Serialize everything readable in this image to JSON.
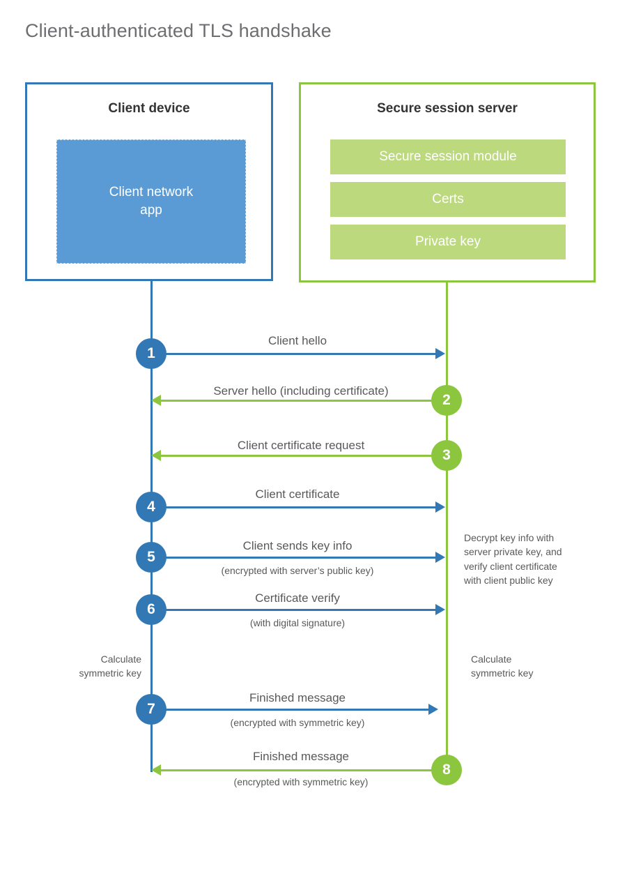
{
  "diagram": {
    "title": "Client-authenticated TLS handshake",
    "colors": {
      "client_blue": "#3178b5",
      "client_app_fill": "#5b9bd5",
      "server_green": "#8cc63e",
      "server_bar_fill": "#bdd97e",
      "text_gray": "#58595b",
      "title_gray": "#6d6e71",
      "heading_dark": "#333333"
    }
  },
  "client": {
    "title": "Client device",
    "app_label": "Client network\napp",
    "app_label_line1": "Client network",
    "app_label_line2": "app"
  },
  "server": {
    "title": "Secure session server",
    "components": [
      {
        "label": "Secure session module"
      },
      {
        "label": "Certs"
      },
      {
        "label": "Private key"
      }
    ]
  },
  "steps": [
    {
      "number": "1",
      "label": "Client hello",
      "sub": "",
      "direction": "client-to-server",
      "origin": "client",
      "color": "#3178b5"
    },
    {
      "number": "2",
      "label": "Server hello (including certificate)",
      "sub": "",
      "direction": "server-to-client",
      "origin": "server",
      "color": "#8cc63e"
    },
    {
      "number": "3",
      "label": "Client certificate request",
      "sub": "",
      "direction": "server-to-client",
      "origin": "server",
      "color": "#8cc63e"
    },
    {
      "number": "4",
      "label": "Client certificate",
      "sub": "",
      "direction": "client-to-server",
      "origin": "client",
      "color": "#3178b5"
    },
    {
      "number": "5",
      "label": "Client sends key info",
      "sub": "(encrypted with server’s public key)",
      "direction": "client-to-server",
      "origin": "client",
      "color": "#3178b5"
    },
    {
      "number": "6",
      "label": "Certificate verify",
      "sub": "(with digital signature)",
      "direction": "client-to-server",
      "origin": "client",
      "color": "#3178b5"
    },
    {
      "number": "7",
      "label": "Finished message",
      "sub": "(encrypted with symmetric key)",
      "direction": "client-to-server",
      "origin": "client",
      "color": "#3178b5"
    },
    {
      "number": "8",
      "label": "Finished message",
      "sub": "(encrypted with symmetric key)",
      "direction": "server-to-client",
      "origin": "server",
      "color": "#8cc63e"
    }
  ],
  "notes": {
    "server_decrypt": {
      "line1": "Decrypt key info with",
      "line2": "server private key, and",
      "line3": "verify client certificate",
      "line4": "with client public key"
    },
    "client_calc": {
      "line1": "Calculate",
      "line2": "symmetric key"
    },
    "server_calc": {
      "line1": "Calculate",
      "line2": "symmetric key"
    }
  }
}
